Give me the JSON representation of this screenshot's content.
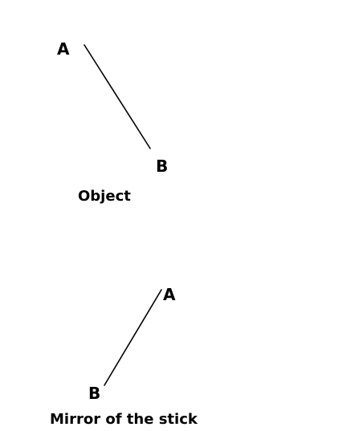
{
  "object": {
    "point_a_label": "A",
    "point_b_label": "B",
    "caption": "Object"
  },
  "mirror": {
    "point_a_label": "A",
    "point_b_label": "B",
    "caption": "Mirror of the stick"
  },
  "colors": {
    "background": "#ffffff",
    "ink": "#000000"
  }
}
